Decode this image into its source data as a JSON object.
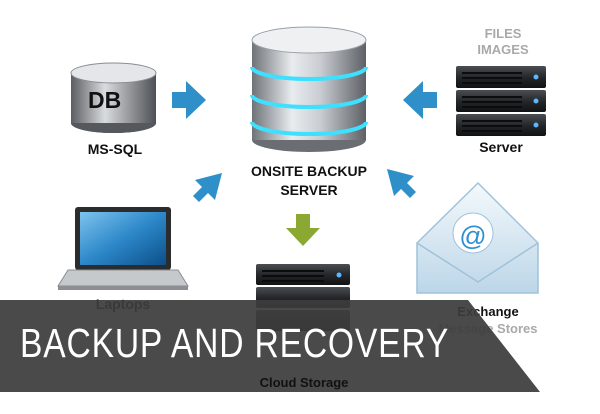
{
  "labels": {
    "db_text": "DB",
    "db_name": "MS-SQL",
    "center_line1": "ONSITE BACKUP",
    "center_line2": "SERVER",
    "files": "FILES",
    "images": "IMAGES",
    "server": "Server",
    "laptops": "Laptops",
    "exchange_line1": "Exchange",
    "exchange_line2": "Message Stores",
    "cloud": "Cloud Storage",
    "at_symbol": "@"
  },
  "banner": {
    "title": "BACKUP AND RECOVERY"
  },
  "colors": {
    "arrow_blue": "#2f90c9",
    "arrow_green": "#8aa832",
    "glow": "#3ee0ff",
    "banner_bg": "#3c3c3c"
  }
}
